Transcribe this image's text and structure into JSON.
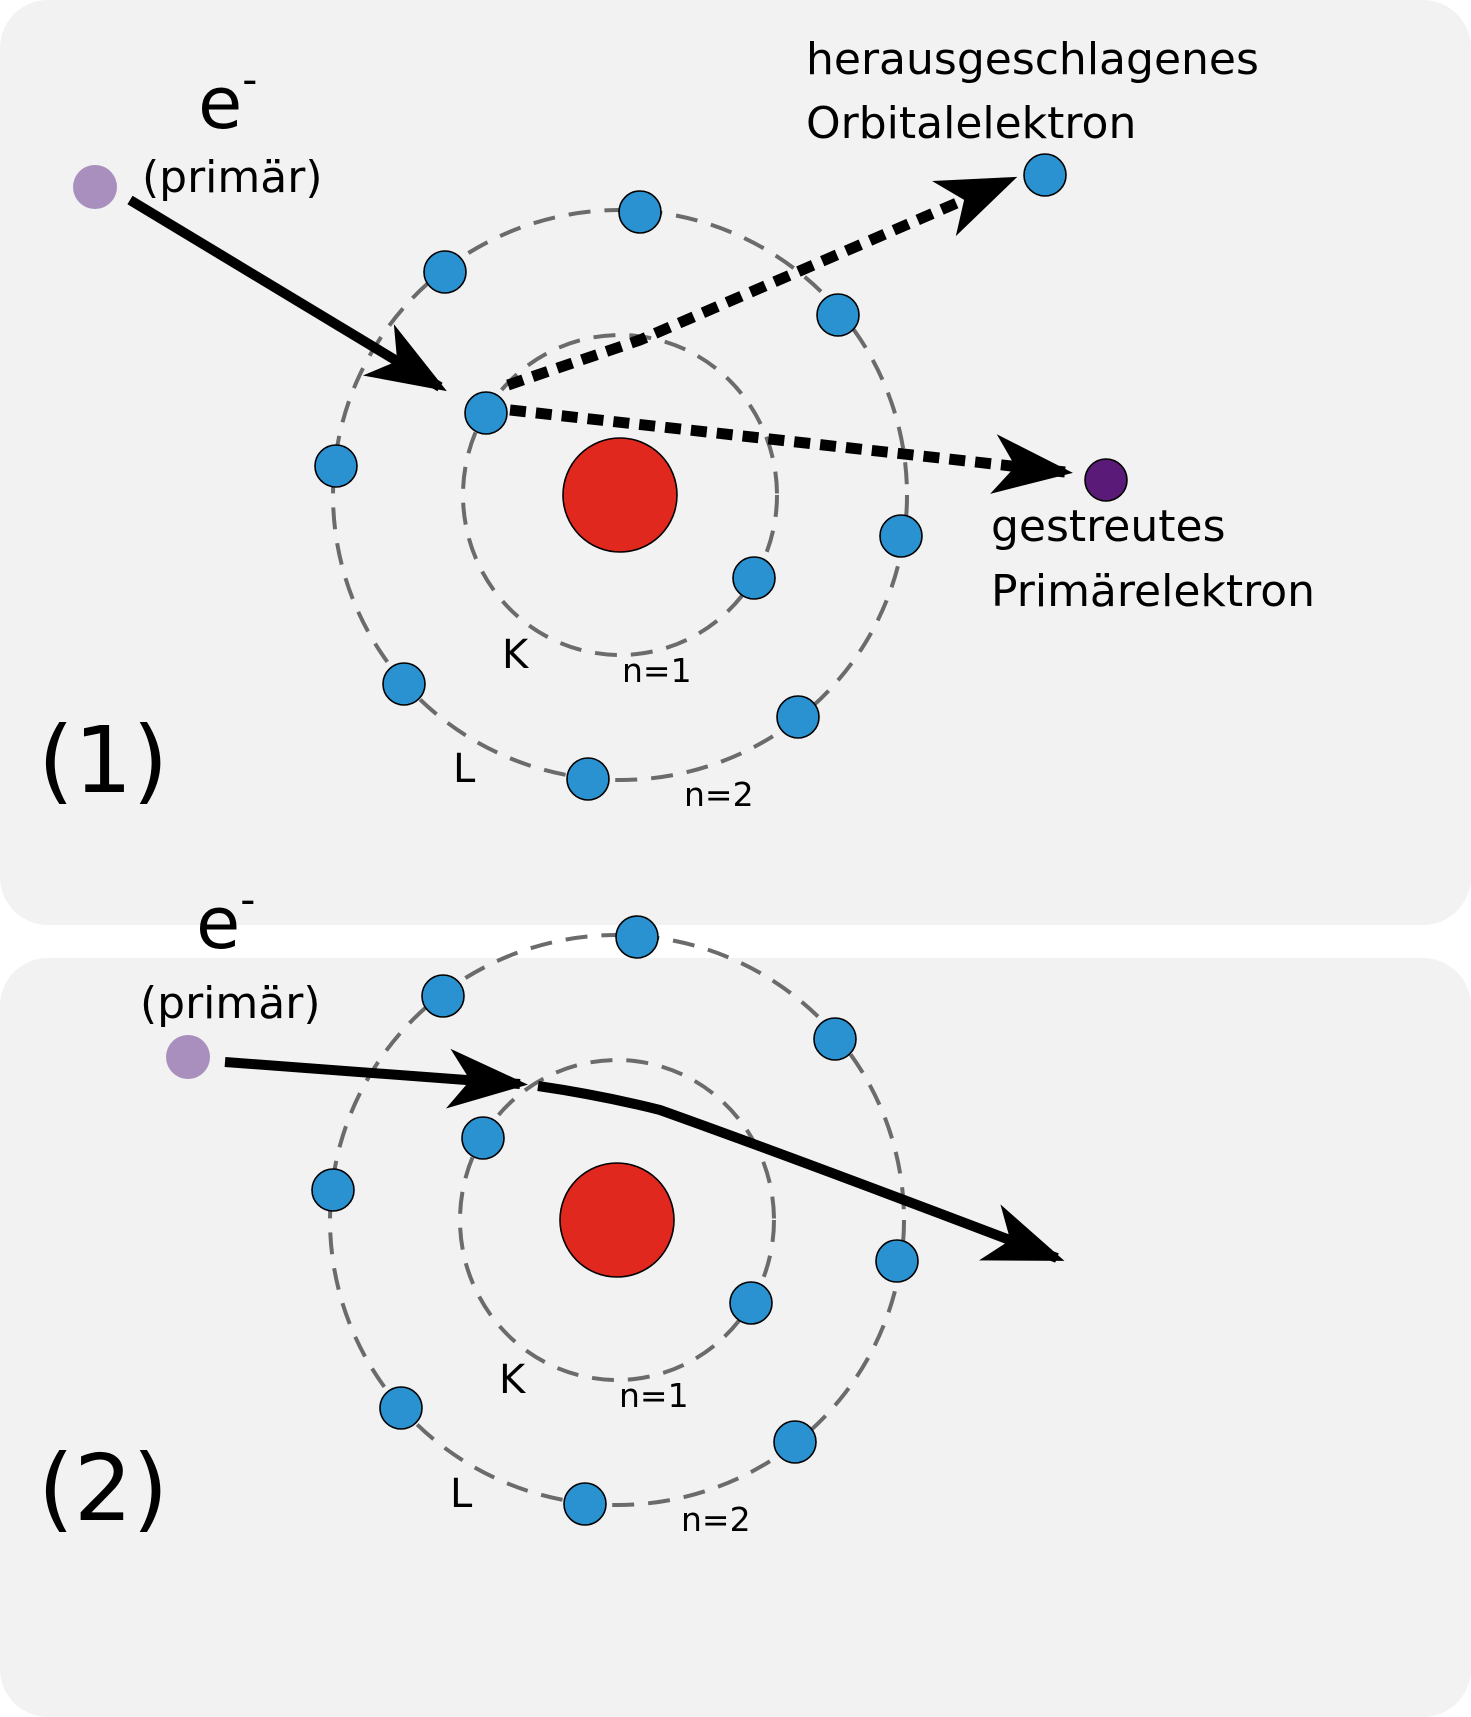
{
  "colors": {
    "panel_background": "#f2f2f2",
    "nucleus": "#e0281e",
    "electron": "#2a92d0",
    "primary_electron": "#a88fbe",
    "scattered_primary": "#5a1a78",
    "orbit": "#6b6b6b",
    "arrow": "#000000"
  },
  "panels": [
    {
      "number_label": "(1)",
      "incoming_symbol": "e",
      "incoming_charge": "-",
      "incoming_note": "(primär)",
      "ejected_label_line1": "herausgeschlagenes",
      "ejected_label_line2": "Orbitalelektron",
      "scattered_label_line1": "gestreutes",
      "scattered_label_line2": "Primärelektron",
      "inner_shell": "K",
      "inner_shell_n": "n=1",
      "outer_shell": "L",
      "outer_shell_n": "n=2"
    },
    {
      "number_label": "(2)",
      "incoming_symbol": "e",
      "incoming_charge": "-",
      "incoming_note": "(primär)",
      "inner_shell": "K",
      "inner_shell_n": "n=1",
      "outer_shell": "L",
      "outer_shell_n": "n=2"
    }
  ]
}
